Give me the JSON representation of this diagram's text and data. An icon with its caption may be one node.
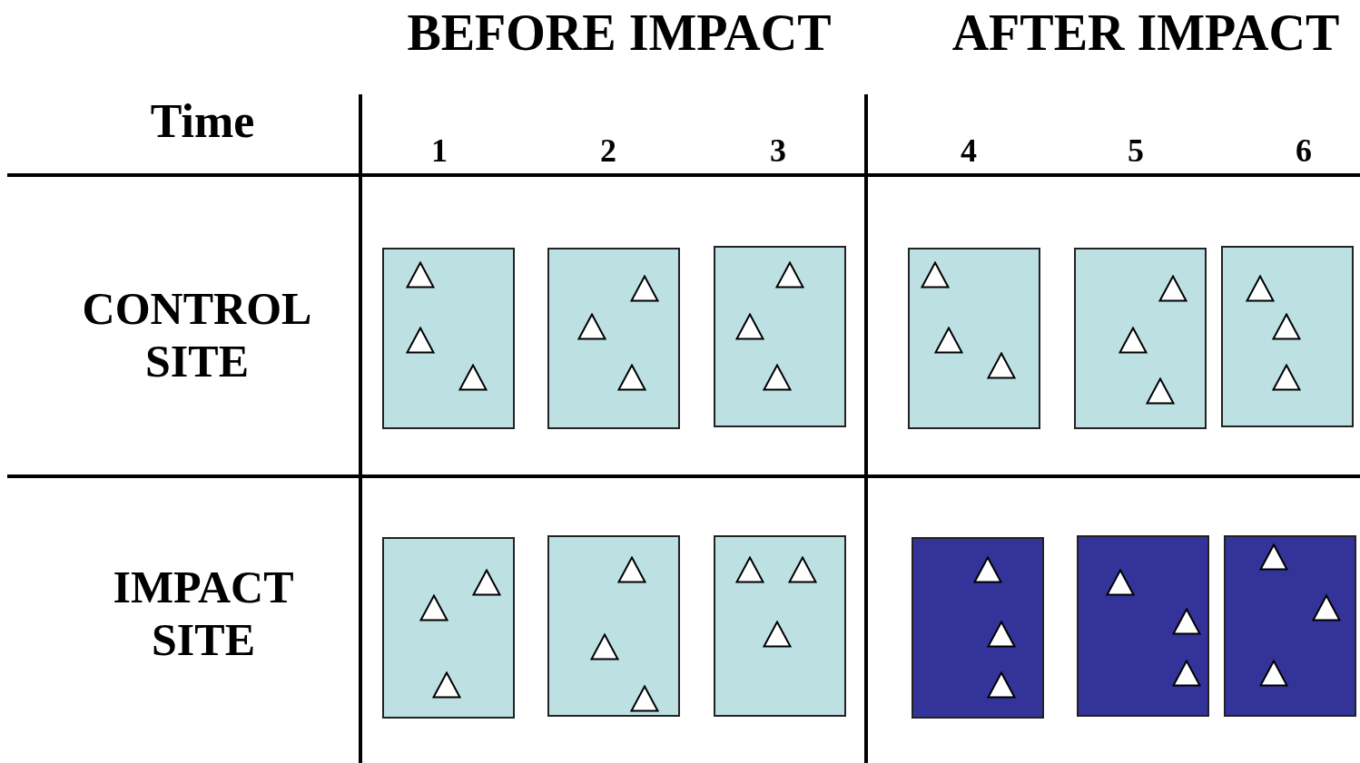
{
  "diagram": {
    "nodes": [
      {
        "text": [],
        "shape": "box"
      },
      {
        "text": [],
        "shape": "triangle",
        "in": 0
      },
      {
        "text": [],
        "shape": "triangle",
        "in": 0
      },
      {
        "text": [],
        "shape": "triangle",
        "in": 0
      },
      {
        "text": [],
        "shape": "box"
      },
      {
        "text": [],
        "shape": "triangle",
        "in": 4
      },
      {
        "text": [],
        "shape": "triangle",
        "in": 4
      },
      {
        "text": [],
        "shape": "triangle",
        "in": 4
      },
      {
        "text": [],
        "shape": "box"
      },
      {
        "text": [],
        "shape": "triangle",
        "in": 8
      },
      {
        "text": [],
        "shape": "triangle",
        "in": 8
      },
      {
        "text": [],
        "shape": "triangle",
        "in": 8
      },
      {
        "text": [],
        "shape": "box"
      },
      {
        "text": [],
        "shape": "triangle",
        "in": 12
      },
      {
        "text": [],
        "shape": "triangle",
        "in": 12
      },
      {
        "text": [],
        "shape": "triangle",
        "in": 12
      },
      {
        "text": [],
        "shape": "box"
      },
      {
        "text": [],
        "shape": "triangle",
        "in": 16
      },
      {
        "text": [],
        "shape": "triangle",
        "in": 16
      },
      {
        "text": [],
        "shape": "triangle",
        "in": 16
      },
      {
        "text": [],
        "shape": "box"
      },
      {
        "text": [],
        "shape": "triangle",
        "in": 20
      },
      {
        "text": [],
        "shape": "triangle",
        "in": 20
      },
      {
        "text": [],
        "shape": "triangle",
        "in": 20
      },
      {
        "text": [],
        "shape": "box"
      },
      {
        "text": [],
        "shape": "triangle",
        "in": 24
      },
      {
        "text": [],
        "shape": "triangle",
        "in": 24
      },
      {
        "text": [],
        "shape": "triangle",
        "in": 24
      },
      {
        "text": [],
        "shape": "box"
      },
      {
        "text": [],
        "shape": "triangle",
        "in": 28
      },
      {
        "text": [],
        "shape": "triangle",
        "in": 28
      },
      {
        "text": [],
        "shape": "triangle",
        "in": 28
      },
      {
        "text": [],
        "shape": "box"
      },
      {
        "text": [],
        "shape": "triangle",
        "in": 32
      },
      {
        "text": [],
        "shape": "triangle",
        "in": 32
      },
      {
        "text": [],
        "shape": "triangle",
        "in": 32
      },
      {
        "text": [],
        "shape": "box"
      },
      {
        "text": [],
        "shape": "triangle",
        "in": 36
      },
      {
        "text": [],
        "shape": "triangle",
        "in": 36
      },
      {
        "text": [],
        "shape": "triangle",
        "in": 36
      },
      {
        "text": [],
        "shape": "box"
      },
      {
        "text": [],
        "shape": "triangle",
        "in": 40
      },
      {
        "text": [],
        "shape": "triangle",
        "in": 40
      },
      {
        "text": [],
        "shape": "triangle",
        "in": 40
      },
      {
        "text": [],
        "shape": "box"
      },
      {
        "text": [],
        "shape": "triangle",
        "in": 44
      },
      {
        "text": [],
        "shape": "triangle",
        "in": 44
      },
      {
        "text": [],
        "shape": "triangle",
        "in": 44
      }
    ],
    "labels": [
      "BEFORE IMPACT",
      "AFTER IMPACT",
      "Time",
      "1",
      "2",
      "3",
      "4",
      "5",
      "6",
      "CONTROL SITE",
      "IMPACT SITE"
    ]
  }
}
